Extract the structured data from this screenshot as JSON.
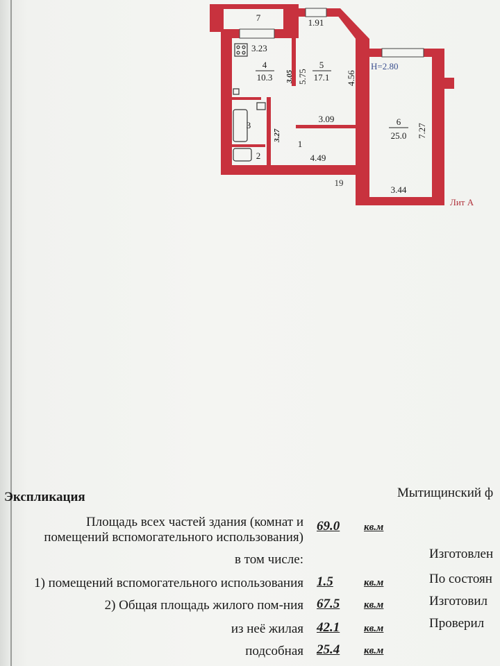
{
  "plan": {
    "rooms": [
      {
        "num": "7"
      },
      {
        "num": "4",
        "area": "10.3"
      },
      {
        "num": "5",
        "area": "17.1"
      },
      {
        "num": "6",
        "area": "25.0"
      },
      {
        "num": "1"
      },
      {
        "num": "2"
      },
      {
        "num": "3"
      }
    ],
    "dimensions": [
      "1.91",
      "3.23",
      "3.05",
      "5.75",
      "4.56",
      "3.09",
      "3.27",
      "4.49",
      "7.27",
      "3.44"
    ],
    "height_label": "H=2.80",
    "door_number": "19",
    "letter_label": "Лит А",
    "colors": {
      "wall": "#c8323e",
      "dim_blue": "#3a4f8f",
      "label_red": "#b0303a"
    }
  },
  "explication": {
    "title": "Экспликация",
    "rows": [
      {
        "label_line1": "Площадь всех частей здания (комнат и",
        "label_line2": "помещений вспомогательного использования)",
        "value": "69.0",
        "unit": "кв.м"
      },
      {
        "label": "в том числе:"
      },
      {
        "label": "1) помещений вспомогательного использования",
        "value": "1.5",
        "unit": "кв.м"
      },
      {
        "label": "2) Общая площадь жилого пом-ния",
        "value": "67.5",
        "unit": "кв.м"
      },
      {
        "label": "из неё жилая",
        "value": "42.1",
        "unit": "кв.м"
      },
      {
        "label": "подсобная",
        "value": "25.4",
        "unit": "кв.м"
      }
    ]
  },
  "side_panel": {
    "org": "Мытищинский ф",
    "items": [
      "Изготовлен",
      "По состоян",
      "Изготовил",
      "Проверил"
    ]
  }
}
